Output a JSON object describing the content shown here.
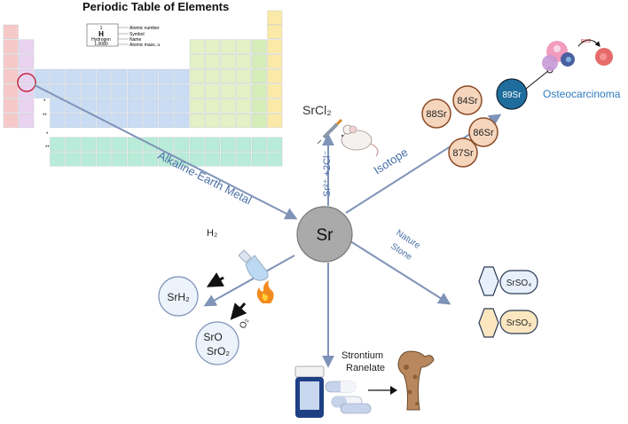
{
  "periodic_table": {
    "title": "Periodic Table of Elements",
    "legend": {
      "number": "1",
      "symbol": "H",
      "name": "Hydrogen",
      "mass": "1.0080",
      "key_number": "Atomic number",
      "key_symbol": "Symbol",
      "key_name": "Name",
      "key_mass": "Atomic mass, u"
    },
    "period_markers": [
      "*",
      "**"
    ],
    "series_markers": [
      "*",
      "**"
    ]
  },
  "center": {
    "label": "Sr"
  },
  "branches": {
    "alkaline_earth": "Alkaline-Earth Metal",
    "isotope": "Isotope",
    "ions": "Sr²⁺ +2Cl⁻",
    "nature_stone_line1": "Nature",
    "nature_stone_line2": "Stone",
    "strontium_ranelate_line1": "Strontium",
    "strontium_ranelate_line2": "Ranelate"
  },
  "compounds": {
    "srcl2": "SrCl₂",
    "h2": "H₂",
    "o2": "O₂",
    "srh2": "SrH₂",
    "sro": "SrO",
    "sro2": "SrO₂",
    "srso4": "SrSO₄",
    "srso3": "SrSO₃"
  },
  "isotopes": [
    "88Sr",
    "84Sr",
    "86Sr",
    "87Sr"
  ],
  "radio_isotope": "89Sr",
  "osteo": {
    "label": "Osteocarcinoma",
    "ros": "ROS"
  },
  "colors": {
    "arrow": "#7f93b8",
    "isotope_fill": "#f5d6bd",
    "isotope_stroke": "#8c4b26",
    "sr89_fill": "#1f6d9c",
    "osteo_text": "#2f7bbf",
    "hex_blue": "#e8f0fb",
    "hex_tan": "#fbe6c0",
    "circle_blue": "#edf3fb"
  }
}
